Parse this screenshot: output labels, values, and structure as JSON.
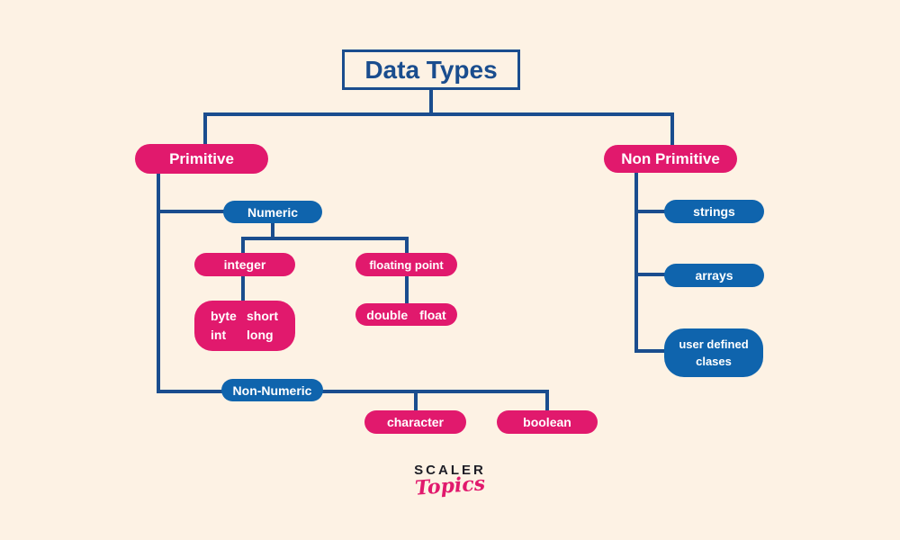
{
  "palette": {
    "background": "#fdf2e4",
    "pink_node": "#e1196d",
    "blue_node": "#0f64ad",
    "connector_navy": "#1a4d8e",
    "node_text": "#ffffff",
    "title_text": "#1a4d8e",
    "logo_black": "#1e1e26"
  },
  "title": "Data Types",
  "nodes": {
    "primitive": "Primitive",
    "non_primitive": "Non Primitive",
    "numeric": "Numeric",
    "integer": "integer",
    "floating_point": "floating point",
    "byte": "byte",
    "short": "short",
    "int": "int",
    "long": "long",
    "double": "double",
    "float": "float",
    "non_numeric": "Non-Numeric",
    "character": "character",
    "boolean": "boolean",
    "strings": "strings",
    "arrays": "arrays",
    "user_defined_line1": "user defined",
    "user_defined_line2": "clases"
  },
  "logo": {
    "brand": "SCALER",
    "sub": "Topics"
  }
}
